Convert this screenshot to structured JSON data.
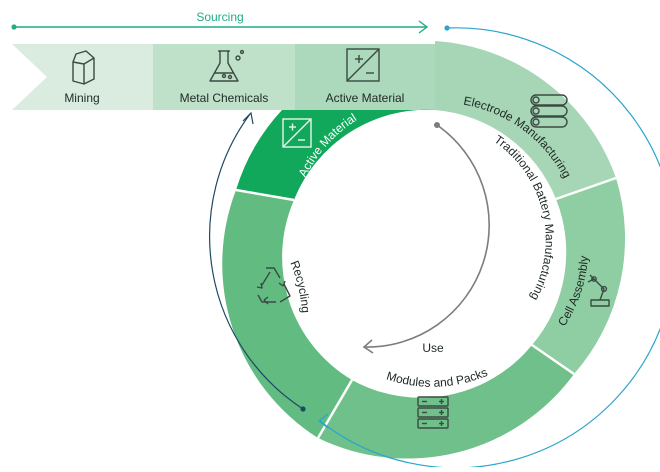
{
  "sourcing": {
    "title": "Sourcing",
    "stages": [
      {
        "label": "Mining",
        "icon": "rock-icon"
      },
      {
        "label": "Metal Chemicals",
        "icon": "flask-icon"
      },
      {
        "label": "Active Material",
        "icon": "plus-minus-icon"
      }
    ]
  },
  "cycle": {
    "segments": [
      {
        "label": "Electrode Manufacturing",
        "icon": "electrode-rolls-icon"
      },
      {
        "label": "Cell Assembly",
        "icon": "robot-arm-icon"
      },
      {
        "label": "Modules and Packs",
        "icon": "battery-modules-icon"
      },
      {
        "label": "Recycling",
        "icon": "recycle-icon"
      },
      {
        "label": "Active Material",
        "icon": "plus-minus-icon"
      }
    ],
    "inner_arc_label": "Traditional Battery Manufacturing",
    "use_label": "Use"
  },
  "colors": {
    "banner_1": "#d9ecdf",
    "banner_2": "#bfe0c9",
    "banner_3": "#acd8bb",
    "ring_light": "#a6d6b5",
    "ring_mid": "#8fcda2",
    "ring_modules": "#6fc08a",
    "ring_recycling": "#62bb80",
    "ring_active": "#11a85b",
    "arrow_blue": "#2aa5cc",
    "arrow_navy": "#1d4a63",
    "teal": "#1fae86",
    "icon_dark": "#3b4a43",
    "text_dark": "#1f2a25"
  }
}
